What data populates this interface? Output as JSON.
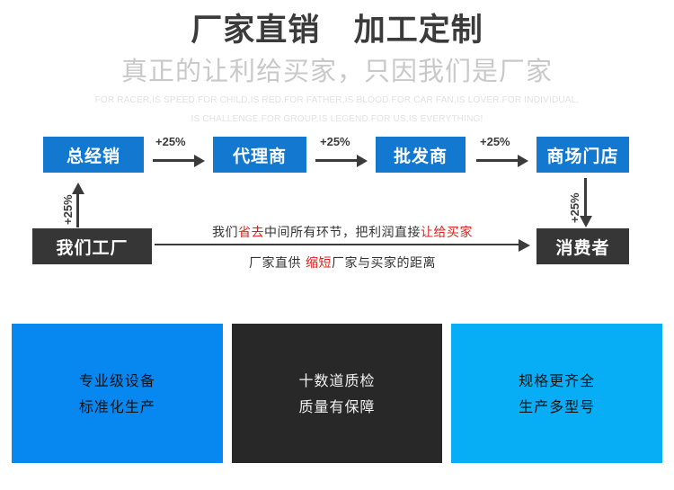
{
  "header": {
    "title_left": "厂家直销",
    "title_right": "加工定制",
    "subtitle": "真正的让利给买家，只因我们是厂家",
    "english_line1": "FOR RACER,IS SPEED.FOR CHILD,IS RED.FOR FATHER,IS BLOOD.FOR CAR FAN,IS LOVER.FOR INDIVIDUAL,",
    "english_line2": "IS CHALLENGE.FOR GROUP,IS LEGEND.FOR US,IS EVERYTHING!"
  },
  "flow": {
    "chain": [
      {
        "label": "总经销"
      },
      {
        "label": "代理商"
      },
      {
        "label": "批发商"
      },
      {
        "label": "商场门店"
      }
    ],
    "factory": "我们工厂",
    "consumer": "消费者",
    "markup_labels": {
      "chain_1_2": "+25%",
      "chain_2_3": "+25%",
      "chain_3_4": "+25%",
      "factory_up": "+25%",
      "store_down": "+25%"
    },
    "middle_line1": {
      "part1": "我们",
      "highlight1": "省去",
      "part2": "中间所有环节，把利润直接",
      "highlight2": "让给买家"
    },
    "middle_line2": {
      "part1": "厂家直供 ",
      "highlight1": "缩短",
      "part2": "厂家与买家的距离"
    }
  },
  "panels": [
    {
      "line1": "专业级设备",
      "line2": "标准化生产",
      "color": "#0688f0"
    },
    {
      "line1": "十数道质检",
      "line2": "质量有保障",
      "color": "#282828"
    },
    {
      "line1": "规格更齐全",
      "line2": "生产多型号",
      "color": "#07aef5"
    }
  ],
  "colors": {
    "chain_box_blue": "#1378d0",
    "dark_box": "#363636",
    "accent_red": "#e02020",
    "title_gray": "#3b3b3b",
    "subtitle_gray": "#c9c9c9",
    "english_gray": "#e2e2e2"
  }
}
